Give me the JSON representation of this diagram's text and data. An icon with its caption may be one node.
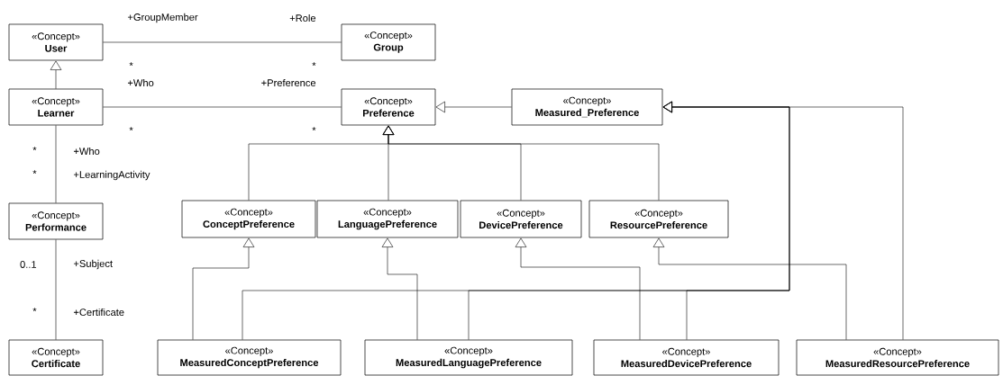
{
  "diagram": {
    "nodes": [
      {
        "text": [
          "«Concept»",
          "User"
        ]
      },
      {
        "text": [
          "«Concept»",
          "Group"
        ]
      },
      {
        "text": [
          "«Concept»",
          "Learner"
        ]
      },
      {
        "text": [
          "«Concept»",
          "Preference"
        ]
      },
      {
        "text": [
          "«Concept»",
          "Measured_Preference"
        ]
      },
      {
        "text": [
          "«Concept»",
          "Performance"
        ]
      },
      {
        "text": [
          "«Concept»",
          "ConceptPreference"
        ]
      },
      {
        "text": [
          "«Concept»",
          "LanguagePreference"
        ]
      },
      {
        "text": [
          "«Concept»",
          "DevicePreference"
        ]
      },
      {
        "text": [
          "«Concept»",
          "ResourcePreference"
        ]
      },
      {
        "text": [
          "«Concept»",
          "Certificate"
        ]
      },
      {
        "text": [
          "«Concept»",
          "MeasuredConceptPreference"
        ]
      },
      {
        "text": [
          "«Concept»",
          "MeasuredLanguagePreference"
        ]
      },
      {
        "text": [
          "«Concept»",
          "MeasuredDevicePreference"
        ]
      },
      {
        "text": [
          "«Concept»",
          "MeasuredResourcePreference"
        ]
      }
    ],
    "edges": [
      {
        "from": 0,
        "to": 1,
        "arrow": "none"
      },
      {
        "from": 2,
        "to": 0,
        "arrow": "to"
      },
      {
        "from": 2,
        "to": 3,
        "arrow": "none"
      },
      {
        "from": 4,
        "to": 3,
        "arrow": "to"
      },
      {
        "from": 2,
        "to": 5,
        "arrow": "none"
      },
      {
        "from": 5,
        "to": 10,
        "arrow": "none"
      },
      {
        "from": 6,
        "to": 3,
        "arrow": "to"
      },
      {
        "from": 7,
        "to": 3,
        "arrow": "to"
      },
      {
        "from": 8,
        "to": 3,
        "arrow": "to"
      },
      {
        "from": 9,
        "to": 3,
        "arrow": "to"
      },
      {
        "from": 11,
        "to": 6,
        "arrow": "to"
      },
      {
        "from": 12,
        "to": 7,
        "arrow": "to"
      },
      {
        "from": 13,
        "to": 8,
        "arrow": "to"
      },
      {
        "from": 14,
        "to": 9,
        "arrow": "to"
      },
      {
        "from": 11,
        "to": 4,
        "arrow": "to"
      },
      {
        "from": 12,
        "to": 4,
        "arrow": "to"
      },
      {
        "from": 13,
        "to": 4,
        "arrow": "to"
      },
      {
        "from": 14,
        "to": 4,
        "arrow": "to"
      }
    ],
    "labels": [
      "+GroupMember",
      "+Role",
      "*",
      "*",
      "+Who",
      "+Preference",
      "*",
      "*",
      "*",
      "+Who",
      "*",
      "+LearningActivity",
      "0..1",
      "+Subject",
      "*",
      "+Certificate"
    ]
  }
}
